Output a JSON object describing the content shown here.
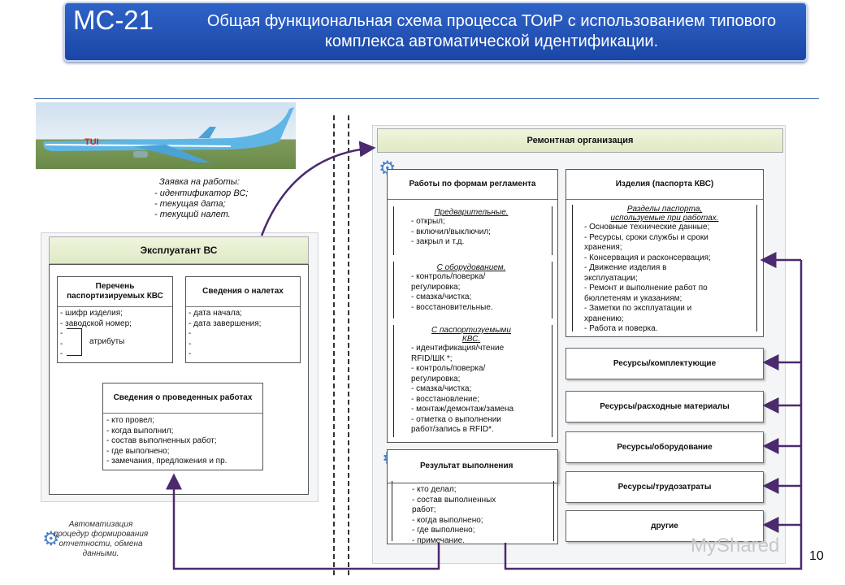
{
  "header": {
    "code": "MC-21",
    "title": "Общая функциональная схема процесса ТОиР с использованием типового комплекса автоматической идентификации."
  },
  "request": {
    "title": "Заявка на работы:",
    "lines": [
      "- идентификатор ВС;",
      "- текущая дата;",
      "- текущий налет."
    ]
  },
  "operator": {
    "title": "Эксплуатант ВС",
    "list_title": "Перечень паспортизируемых КВС",
    "list_lines": [
      "- шифр изделия;",
      "- заводской номер;",
      "-",
      "-",
      "-"
    ],
    "attributes_label": "атрибуты",
    "flights_title": "Сведения о налетах",
    "flights_lines": [
      "- дата начала;",
      "- дата завершения;",
      "-",
      "-",
      "-"
    ],
    "works_title": "Сведения о проведенных работах",
    "works_lines": [
      "- кто провел;",
      "- когда выполнил;",
      "- состав выполненных работ;",
      "- где выполнено;",
      "- замечания, предложения и пр."
    ]
  },
  "automation_note": "Автоматизация процедур формирования отчетности, обмена данными.",
  "repair": {
    "title": "Ремонтная организация",
    "reg_title": "Работы по формам регламента",
    "sections": [
      {
        "title": "Предварительные.",
        "lines": [
          "- открыл;",
          "- включил/выключил;",
          "- закрыл и т.д."
        ]
      },
      {
        "title": "С оборудованием.",
        "lines": [
          "- контроль/поверка/",
          "регулировка;",
          "- смазка/чистка;",
          "- восстановительные."
        ]
      },
      {
        "title": "С паспортизуемыми КВС.",
        "lines": [
          "- идентификация/чтение",
          "RFID/ШК *;",
          "- контроль/поверка/",
          "регулировка;",
          "- смазка/чистка;",
          "- восстановление;",
          "- монтаж/демонтаж/замена",
          "- отметка о выполнении",
          "работ/запись в RFID*."
        ]
      }
    ],
    "result_title": "Результат выполнения",
    "result_lines": [
      "- кто делал;",
      "- состав выполненных",
      "работ;",
      "- когда выполнено;",
      "- где выполнено;",
      "- примечание."
    ],
    "products_title": "Изделия (паспорта КВС)",
    "passport_title": "Разделы паспорта, используемые при работах.",
    "passport_lines": [
      "- Основные технические данные;",
      "- Ресурсы, сроки службы и сроки",
      "хранения;",
      "- Консервация и расконсервация;",
      "- Движение изделия в",
      "эксплуатации;",
      "- Ремонт и выполнение работ по",
      "бюллетеням и указаниям;",
      "- Заметки по эксплуатации и",
      "хранению;",
      "- Работа и поверка."
    ],
    "resources": [
      "Ресурсы/комплектующие",
      "Ресурсы/расходные материалы",
      "Ресурсы/оборудование",
      "Ресурсы/трудозатраты",
      "другие"
    ]
  },
  "page_number": "10",
  "watermark": "MyShared",
  "colors": {
    "banner": "#1f4fb0",
    "arrow": "#4b2a6e",
    "header_fill": "#e4edcf"
  }
}
